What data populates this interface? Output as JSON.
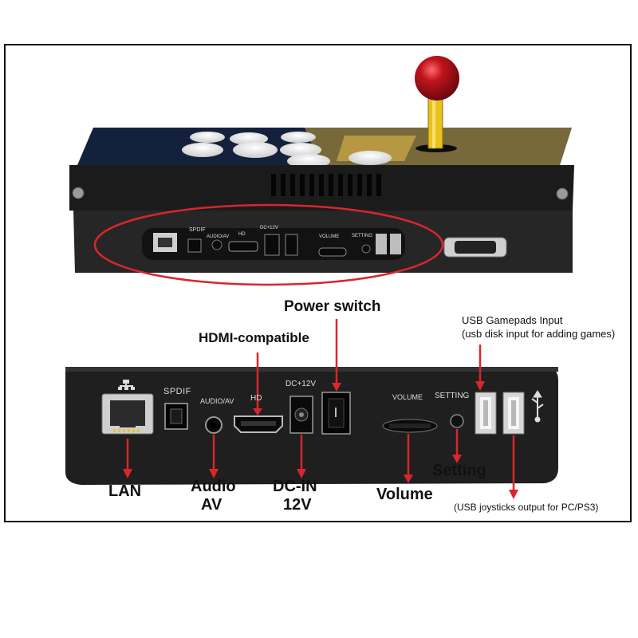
{
  "top_panel": {
    "port_labels": {
      "spdif": "SPDIF",
      "audio_av": "AUDIO/AV",
      "hd": "HD",
      "dc": "DC+12V",
      "volume": "VOLUME",
      "setting": "SETTING"
    }
  },
  "bottom_panel": {
    "port_labels": {
      "spdif": "SPDIF",
      "audio_av": "AUDIO/AV",
      "hd": "HD",
      "dc": "DC+12V",
      "volume": "VOLUME",
      "setting": "SETTING"
    }
  },
  "callouts": {
    "power_switch": "Power switch",
    "hdmi": "HDMI-compatible",
    "usb_gamepads_line1": "USB Gamepads Input",
    "usb_gamepads_line2": "(usb disk input for adding games)",
    "lan": "LAN",
    "audio_line1": "Audio",
    "audio_line2": "AV",
    "dcin_line1": "DC-IN",
    "dcin_line2": "12V",
    "volume": "Volume",
    "setting": "Setting",
    "usb_joysticks": "(USB joysticks output for PC/PS3)"
  },
  "colors": {
    "callout_line": "#d9262c",
    "highlight_ellipse": "#d9262c",
    "case": "#1c1c1c",
    "joystick_ball": "#a5121b",
    "joystick_shaft": "#e8c21f"
  }
}
